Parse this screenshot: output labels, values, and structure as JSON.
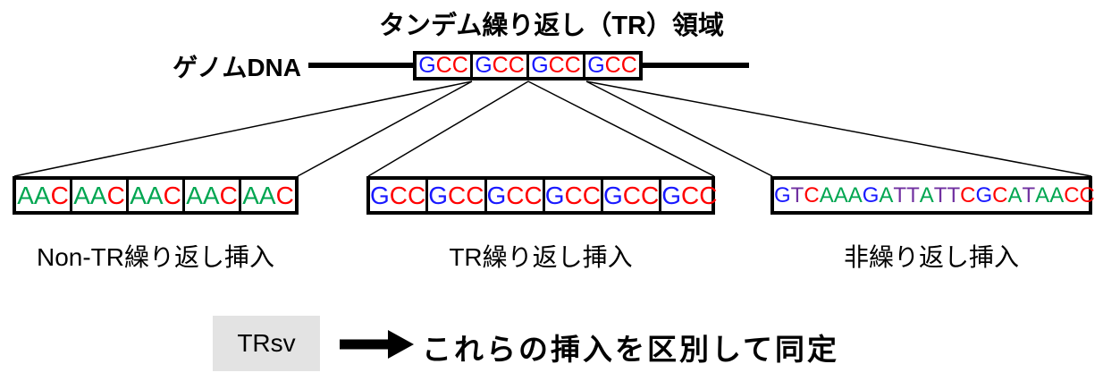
{
  "diagram": {
    "title": "タンデム繰り返し（TR）領域",
    "genome": {
      "label": "ゲノムDNA",
      "tr_units": [
        "GCC",
        "GCC",
        "GCC",
        "GCC"
      ]
    },
    "insertions": [
      {
        "label": "Non-TR繰り返し挿入",
        "units": [
          "AAC",
          "AAC",
          "AAC",
          "AAC",
          "AAC"
        ]
      },
      {
        "label": "TR繰り返し挿入",
        "units": [
          "GCC",
          "GCC",
          "GCC",
          "GCC",
          "GCC",
          "GCC"
        ]
      },
      {
        "label": "非繰り返し挿入",
        "sequence": "GTCAAAGATTATTCGCATAACC"
      }
    ],
    "tool": {
      "name": "TRsv",
      "box_color": "#E3E3E3"
    },
    "conclusion": "これらの挿入を区別して同定",
    "base_colors": {
      "A": "#00A651",
      "C": "#FF0000",
      "G": "#1919FF",
      "T": "#7030A0"
    },
    "line_color": "#000000"
  }
}
